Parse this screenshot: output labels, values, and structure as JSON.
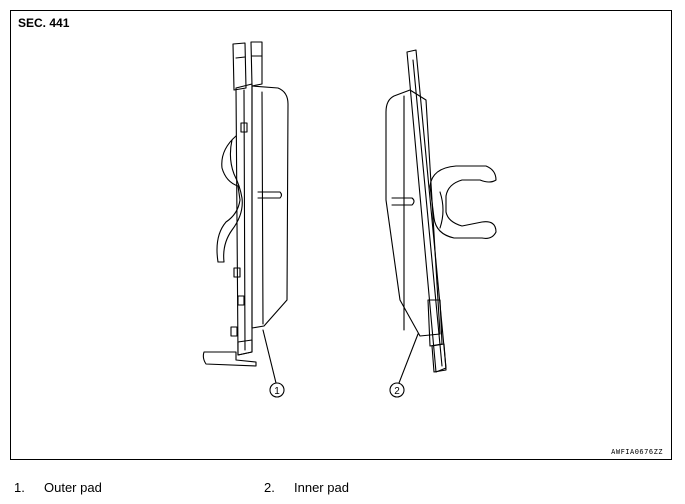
{
  "header": {
    "section": "SEC. 441"
  },
  "figure_code": "AWFIA0676ZZ",
  "callouts": [
    {
      "number": "1"
    },
    {
      "number": "2"
    }
  ],
  "legend": [
    {
      "number": "1.",
      "label": "Outer pad"
    },
    {
      "number": "2.",
      "label": "Inner pad"
    }
  ]
}
